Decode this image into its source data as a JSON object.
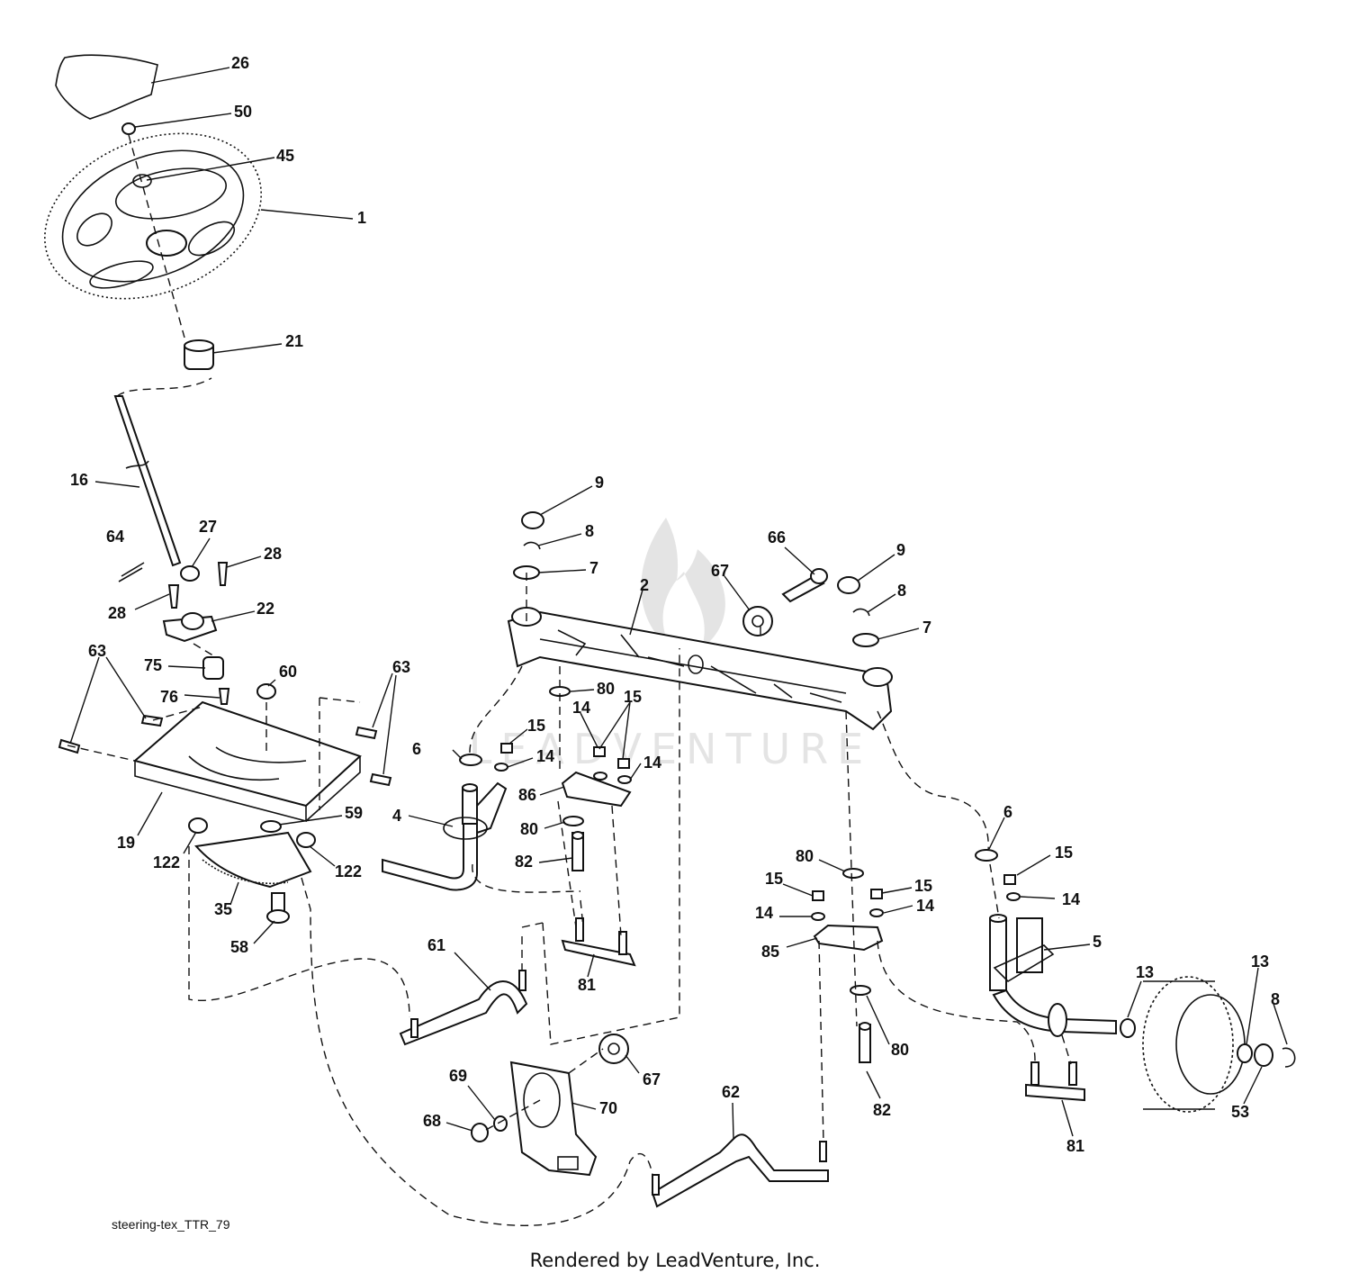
{
  "watermark": {
    "text": "LEADVENTURE",
    "color": "#e4e4e4"
  },
  "diagram_ref": "steering-tex_TTR_79",
  "credit": "Rendered by LeadVenture, Inc.",
  "callouts": [
    {
      "id": "c26",
      "label": "26"
    },
    {
      "id": "c50",
      "label": "50"
    },
    {
      "id": "c45",
      "label": "45"
    },
    {
      "id": "c1",
      "label": "1"
    },
    {
      "id": "c21",
      "label": "21"
    },
    {
      "id": "c16",
      "label": "16"
    },
    {
      "id": "c64",
      "label": "64"
    },
    {
      "id": "c27",
      "label": "27"
    },
    {
      "id": "c28a",
      "label": "28"
    },
    {
      "id": "c28b",
      "label": "28"
    },
    {
      "id": "c22",
      "label": "22"
    },
    {
      "id": "c63a",
      "label": "63"
    },
    {
      "id": "c75",
      "label": "75"
    },
    {
      "id": "c60",
      "label": "60"
    },
    {
      "id": "c63b",
      "label": "63"
    },
    {
      "id": "c76",
      "label": "76"
    },
    {
      "id": "c19",
      "label": "19"
    },
    {
      "id": "c59",
      "label": "59"
    },
    {
      "id": "c122a",
      "label": "122"
    },
    {
      "id": "c122b",
      "label": "122"
    },
    {
      "id": "c35",
      "label": "35"
    },
    {
      "id": "c58",
      "label": "58"
    },
    {
      "id": "c9a",
      "label": "9"
    },
    {
      "id": "c8a",
      "label": "8"
    },
    {
      "id": "c7a",
      "label": "7"
    },
    {
      "id": "c66",
      "label": "66"
    },
    {
      "id": "c67a",
      "label": "67"
    },
    {
      "id": "c9b",
      "label": "9"
    },
    {
      "id": "c8b",
      "label": "8"
    },
    {
      "id": "c7b",
      "label": "7"
    },
    {
      "id": "c2",
      "label": "2"
    },
    {
      "id": "c80a",
      "label": "80"
    },
    {
      "id": "c15a",
      "label": "15"
    },
    {
      "id": "c14a",
      "label": "14"
    },
    {
      "id": "c14b",
      "label": "14"
    },
    {
      "id": "c15b",
      "label": "15"
    },
    {
      "id": "c14c",
      "label": "14"
    },
    {
      "id": "c6a",
      "label": "6"
    },
    {
      "id": "c4",
      "label": "4"
    },
    {
      "id": "c86",
      "label": "86"
    },
    {
      "id": "c80b",
      "label": "80"
    },
    {
      "id": "c82a",
      "label": "82"
    },
    {
      "id": "c81a",
      "label": "81"
    },
    {
      "id": "c61",
      "label": "61"
    },
    {
      "id": "c80c",
      "label": "80"
    },
    {
      "id": "c15c",
      "label": "15"
    },
    {
      "id": "c15d",
      "label": "15"
    },
    {
      "id": "c14d",
      "label": "14"
    },
    {
      "id": "c14e",
      "label": "14"
    },
    {
      "id": "c85",
      "label": "85"
    },
    {
      "id": "c80d",
      "label": "80"
    },
    {
      "id": "c82b",
      "label": "82"
    },
    {
      "id": "c6b",
      "label": "6"
    },
    {
      "id": "c15e",
      "label": "15"
    },
    {
      "id": "c14f",
      "label": "14"
    },
    {
      "id": "c5",
      "label": "5"
    },
    {
      "id": "c13a",
      "label": "13"
    },
    {
      "id": "c13b",
      "label": "13"
    },
    {
      "id": "c8c",
      "label": "8"
    },
    {
      "id": "c53",
      "label": "53"
    },
    {
      "id": "c81b",
      "label": "81"
    },
    {
      "id": "c67b",
      "label": "67"
    },
    {
      "id": "c69",
      "label": "69"
    },
    {
      "id": "c70",
      "label": "70"
    },
    {
      "id": "c68",
      "label": "68"
    },
    {
      "id": "c62",
      "label": "62"
    }
  ]
}
